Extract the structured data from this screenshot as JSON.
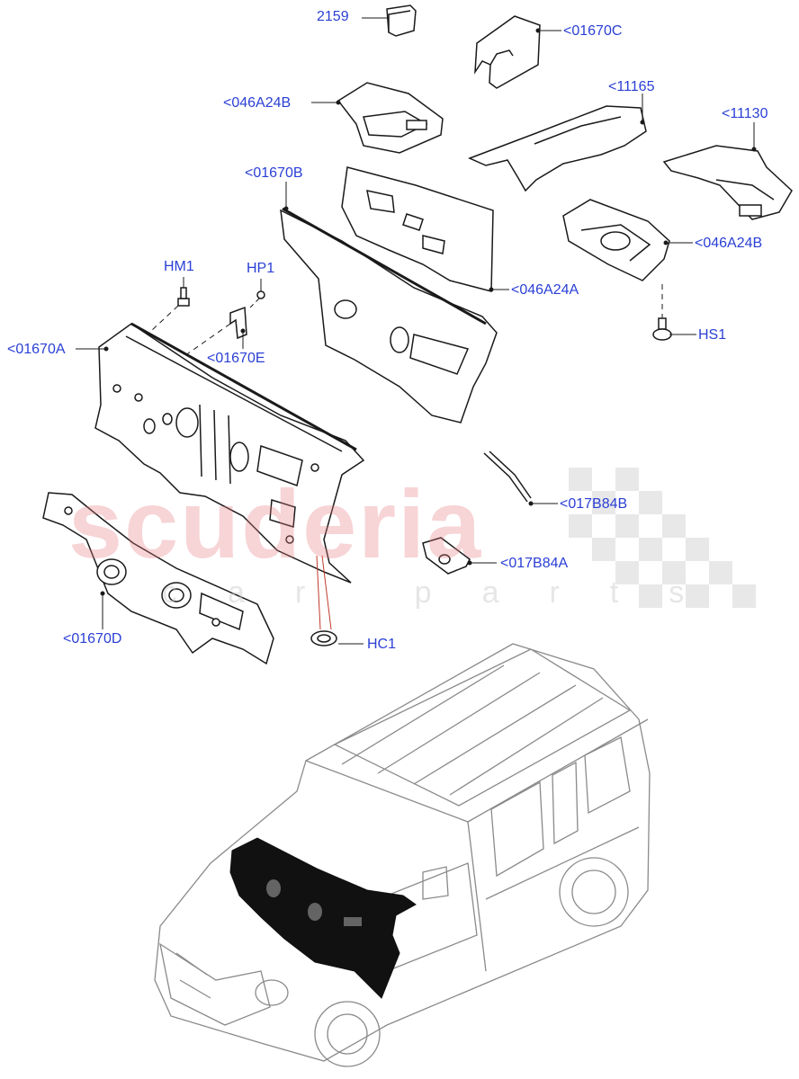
{
  "watermark": {
    "brand": "scuderia",
    "tagline": "car parts"
  },
  "callouts": [
    {
      "id": "2159",
      "text": "2159"
    },
    {
      "id": "01670C",
      "text": "<01670C"
    },
    {
      "id": "046A24B_top",
      "text": "<046A24B"
    },
    {
      "id": "11165",
      "text": "<11165"
    },
    {
      "id": "11130",
      "text": "<11130"
    },
    {
      "id": "01670B",
      "text": "<01670B"
    },
    {
      "id": "046A24B_right",
      "text": "<046A24B"
    },
    {
      "id": "HM1",
      "text": "HM1"
    },
    {
      "id": "HP1",
      "text": "HP1"
    },
    {
      "id": "046A24A",
      "text": "<046A24A"
    },
    {
      "id": "HS1",
      "text": "HS1"
    },
    {
      "id": "01670A",
      "text": "<01670A"
    },
    {
      "id": "01670E",
      "text": "<01670E"
    },
    {
      "id": "017B84B",
      "text": "<017B84B"
    },
    {
      "id": "017B84A",
      "text": "<017B84A"
    },
    {
      "id": "01670D",
      "text": "<01670D"
    },
    {
      "id": "HC1",
      "text": "HC1"
    }
  ],
  "colors": {
    "callout_text": "#2a3fd6",
    "line_art": "#1a1a1a",
    "vehicle_line": "#8a8a8a",
    "highlight_part": "#111111",
    "watermark_red": "#e77880",
    "watermark_check": "#d0d0d0"
  }
}
